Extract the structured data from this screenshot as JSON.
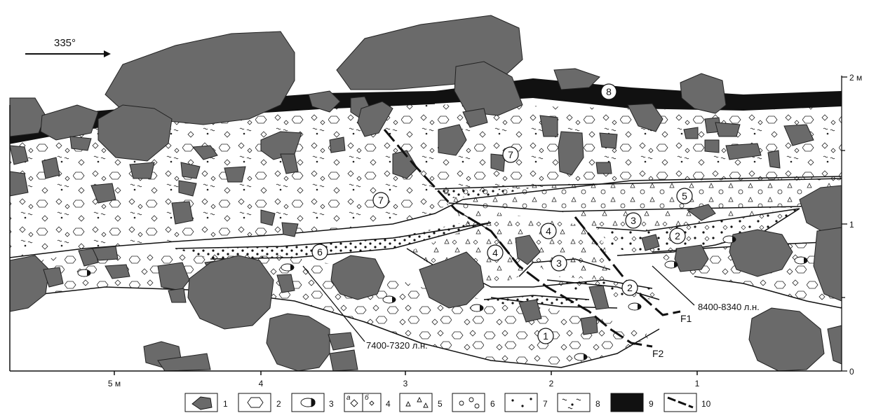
{
  "direction": {
    "label": "335°"
  },
  "depth_axis": {
    "ticks": [
      "2 м",
      "1",
      "0"
    ]
  },
  "distance_axis": {
    "ticks": [
      "5 м",
      "4",
      "3",
      "2",
      "1"
    ]
  },
  "layers": [
    "1",
    "2",
    "3",
    "4",
    "5",
    "6",
    "7",
    "8"
  ],
  "faults": [
    "F1",
    "F2"
  ],
  "dates": [
    "7400-7320 л.н.",
    "8400-8340 л.н."
  ],
  "legend": {
    "items": [
      "1",
      "2",
      "3",
      "4",
      "5",
      "6",
      "7",
      "8",
      "9",
      "10"
    ],
    "sub_labels": [
      "а",
      "б"
    ]
  },
  "colors": {
    "boulder": "#6a6a6a",
    "soil": "#111111",
    "line": "#111111"
  }
}
